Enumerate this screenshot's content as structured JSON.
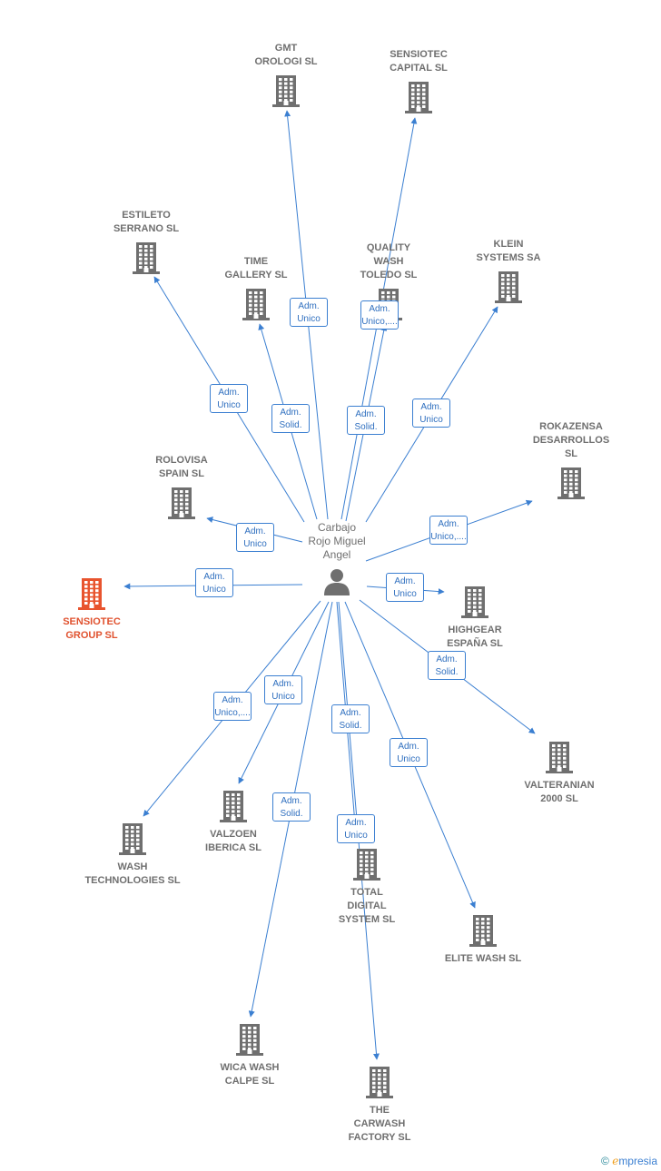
{
  "person": {
    "id": "person",
    "name": "Carbajo\nRojo Miguel\nAngel",
    "icon": "person-icon"
  },
  "companies": [
    {
      "id": "gmt",
      "name": "GMT\nOROLOGI SL",
      "icon": "building-icon"
    },
    {
      "id": "sensiotec_capital",
      "name": "SENSIOTEC\nCAPITAL  SL",
      "icon": "building-icon"
    },
    {
      "id": "estileto",
      "name": "ESTILETO\nSERRANO SL",
      "icon": "building-icon"
    },
    {
      "id": "time_gallery",
      "name": "TIME\nGALLERY SL",
      "icon": "building-icon"
    },
    {
      "id": "quality_wash",
      "name": "QUALITY\nWASH\nTOLEDO SL",
      "icon": "building-icon"
    },
    {
      "id": "klein",
      "name": "KLEIN\nSYSTEMS SA",
      "icon": "building-icon"
    },
    {
      "id": "rokazensa",
      "name": "ROKAZENSA\nDESARROLLOS\nSL",
      "icon": "building-icon"
    },
    {
      "id": "rolovisa",
      "name": "ROLOVISA\nSPAIN  SL",
      "icon": "building-icon"
    },
    {
      "id": "sensiotec_group",
      "name": "SENSIOTEC\nGROUP  SL",
      "icon": "building-icon",
      "highlight": true
    },
    {
      "id": "highgear",
      "name": "HIGHGEAR\nESPAÑA  SL",
      "icon": "building-icon"
    },
    {
      "id": "valteranian",
      "name": "VALTERANIAN\n2000 SL",
      "icon": "building-icon"
    },
    {
      "id": "wash_tech",
      "name": "WASH\nTECHNOLOGIES SL",
      "icon": "building-icon"
    },
    {
      "id": "valzoen",
      "name": "VALZOEN\nIBERICA  SL",
      "icon": "building-icon"
    },
    {
      "id": "total_digital",
      "name": "TOTAL\nDIGITAL\nSYSTEM SL",
      "icon": "building-icon"
    },
    {
      "id": "elite_wash",
      "name": "ELITE WASH SL",
      "icon": "building-icon"
    },
    {
      "id": "wica_wash",
      "name": "WICA WASH\nCALPE SL",
      "icon": "building-icon"
    },
    {
      "id": "carwash_factory",
      "name": "THE\nCARWASH\nFACTORY  SL",
      "icon": "building-icon"
    }
  ],
  "relations": [
    {
      "to": "gmt",
      "label": "Adm.\nUnico"
    },
    {
      "to": "sensiotec_capital",
      "label": "Adm.\nUnico,...."
    },
    {
      "to": "estileto",
      "label": "Adm.\nUnico"
    },
    {
      "to": "time_gallery",
      "label": "Adm.\nSolid."
    },
    {
      "to": "quality_wash",
      "label": "Adm.\nSolid."
    },
    {
      "to": "klein",
      "label": "Adm.\nUnico"
    },
    {
      "to": "rokazensa",
      "label": "Adm.\nUnico,...."
    },
    {
      "to": "rolovisa",
      "label": "Adm.\nUnico"
    },
    {
      "to": "sensiotec_group",
      "label": "Adm.\nUnico"
    },
    {
      "to": "highgear",
      "label": "Adm.\nUnico"
    },
    {
      "to": "valteranian",
      "label": "Adm.\nSolid."
    },
    {
      "to": "wash_tech",
      "label": "Adm.\nUnico,...."
    },
    {
      "to": "valzoen",
      "label": "Adm.\nUnico"
    },
    {
      "to": "total_digital",
      "label": "Adm.\nSolid."
    },
    {
      "to": "elite_wash",
      "label": "Adm.\nUnico"
    },
    {
      "to": "wica_wash",
      "label": "Adm.\nSolid."
    },
    {
      "to": "carwash_factory",
      "label": "Adm.\nUnico"
    }
  ],
  "colors": {
    "edge": "#3b7fd1",
    "building": "#6f6f6f",
    "highlight": "#e8542e"
  },
  "footer": {
    "copyright_symbol": "©",
    "brand_initial": "e",
    "brand_rest": "mpresia"
  }
}
